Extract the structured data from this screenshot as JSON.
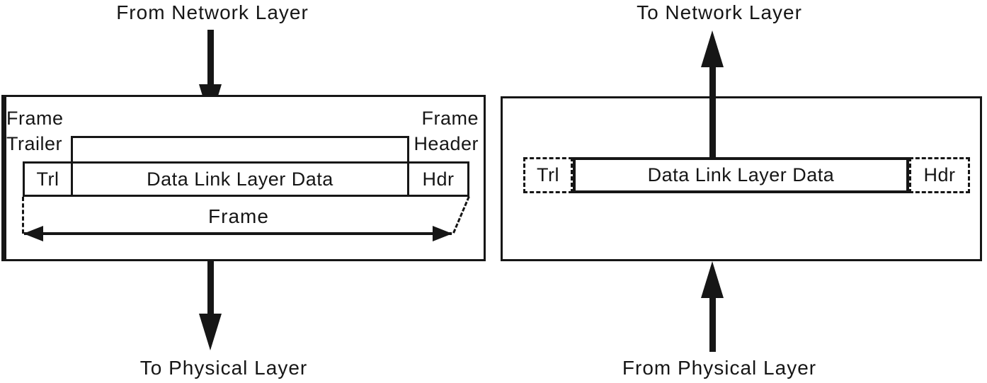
{
  "colors": {
    "ink": "#161616",
    "background": "#ffffff"
  },
  "left_panel": {
    "top_flow_label": "From Network Layer",
    "frame_trailer_callout": {
      "line1": "Frame",
      "line2": "Trailer"
    },
    "frame_header_callout": {
      "line1": "Frame",
      "line2": "Header"
    },
    "trailer_cell": "Trl",
    "data_cell": "Data Link Layer Data",
    "header_cell": "Hdr",
    "frame_span_label": "Frame",
    "bottom_flow_label": "To Physical Layer"
  },
  "right_panel": {
    "top_flow_label": "To Network Layer",
    "trailer_cell": "Trl",
    "data_cell": "Data Link Layer Data",
    "header_cell": "Hdr",
    "bottom_flow_label": "From Physical Layer"
  }
}
